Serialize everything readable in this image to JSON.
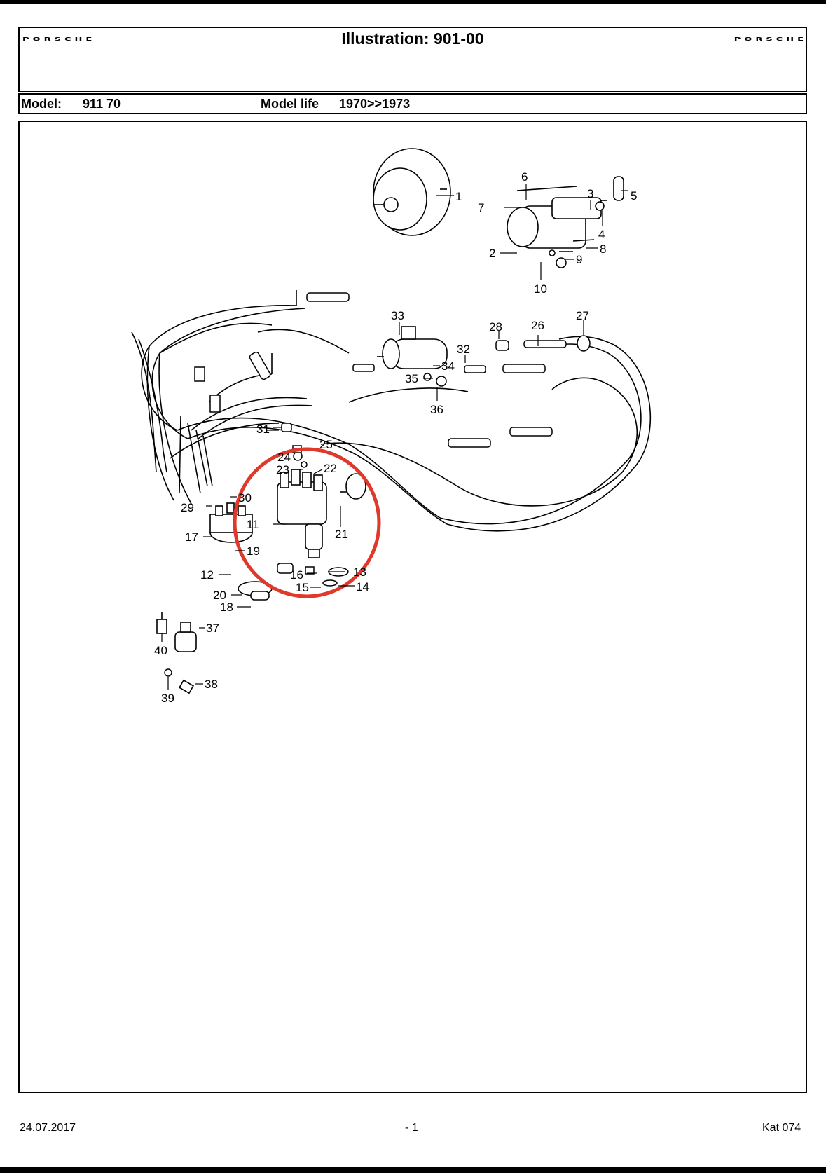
{
  "header": {
    "logo_left": "PORSCHE",
    "title": "Illustration: 901-00",
    "logo_right": "PORSCHE"
  },
  "model_bar": {
    "model_label": "Model:",
    "model_value": "911 70",
    "life_label": "Model life",
    "life_value": "1970>>1973"
  },
  "diagram": {
    "callouts": [
      "1",
      "2",
      "3",
      "4",
      "5",
      "6",
      "7",
      "8",
      "9",
      "10",
      "11",
      "12",
      "13",
      "14",
      "15",
      "16",
      "17",
      "18",
      "19",
      "20",
      "21",
      "22",
      "23",
      "24",
      "25",
      "26",
      "27",
      "28",
      "29",
      "30",
      "31",
      "32",
      "33",
      "34",
      "35",
      "36",
      "37",
      "38",
      "39",
      "40"
    ],
    "highlight_color": "#e0392b"
  },
  "footer": {
    "date": "24.07.2017",
    "page": "- 1",
    "catalog": "Kat 074"
  }
}
